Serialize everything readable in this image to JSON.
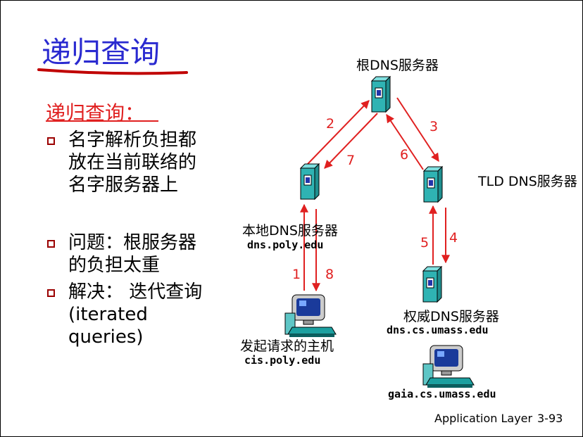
{
  "title": "递归查询",
  "subtitle": "递归查询：",
  "bullets": [
    {
      "lines": [
        "名字解析负担都",
        "放在当前联络的",
        "名字服务器上"
      ]
    },
    {
      "lines": [
        "问题：根服务器",
        "的负担太重"
      ]
    },
    {
      "lines": [
        "解决： 迭代查询",
        "(iterated",
        "queries)"
      ]
    }
  ],
  "nodes": {
    "root": {
      "label": "根DNS服务器"
    },
    "tld": {
      "label": "TLD DNS服务器"
    },
    "local": {
      "label": "本地DNS服务器",
      "host": "dns.poly.edu"
    },
    "auth": {
      "label": "权威DNS服务器",
      "host": "dns.cs.umass.edu"
    },
    "requester": {
      "label": "发起请求的主机",
      "host": "cis.poly.edu"
    },
    "target": {
      "host": "gaia.cs.umass.edu"
    }
  },
  "steps": [
    "1",
    "2",
    "3",
    "4",
    "5",
    "6",
    "7",
    "8"
  ],
  "colors": {
    "title": "#2a2ad0",
    "accent": "#e02020",
    "server": "#2fb3b3",
    "bullet": "#9b0000"
  },
  "icons": {
    "server": "server-tower-icon",
    "host": "desktop-computer-icon"
  },
  "footer": {
    "title": "Application Layer",
    "page": "3-93"
  }
}
